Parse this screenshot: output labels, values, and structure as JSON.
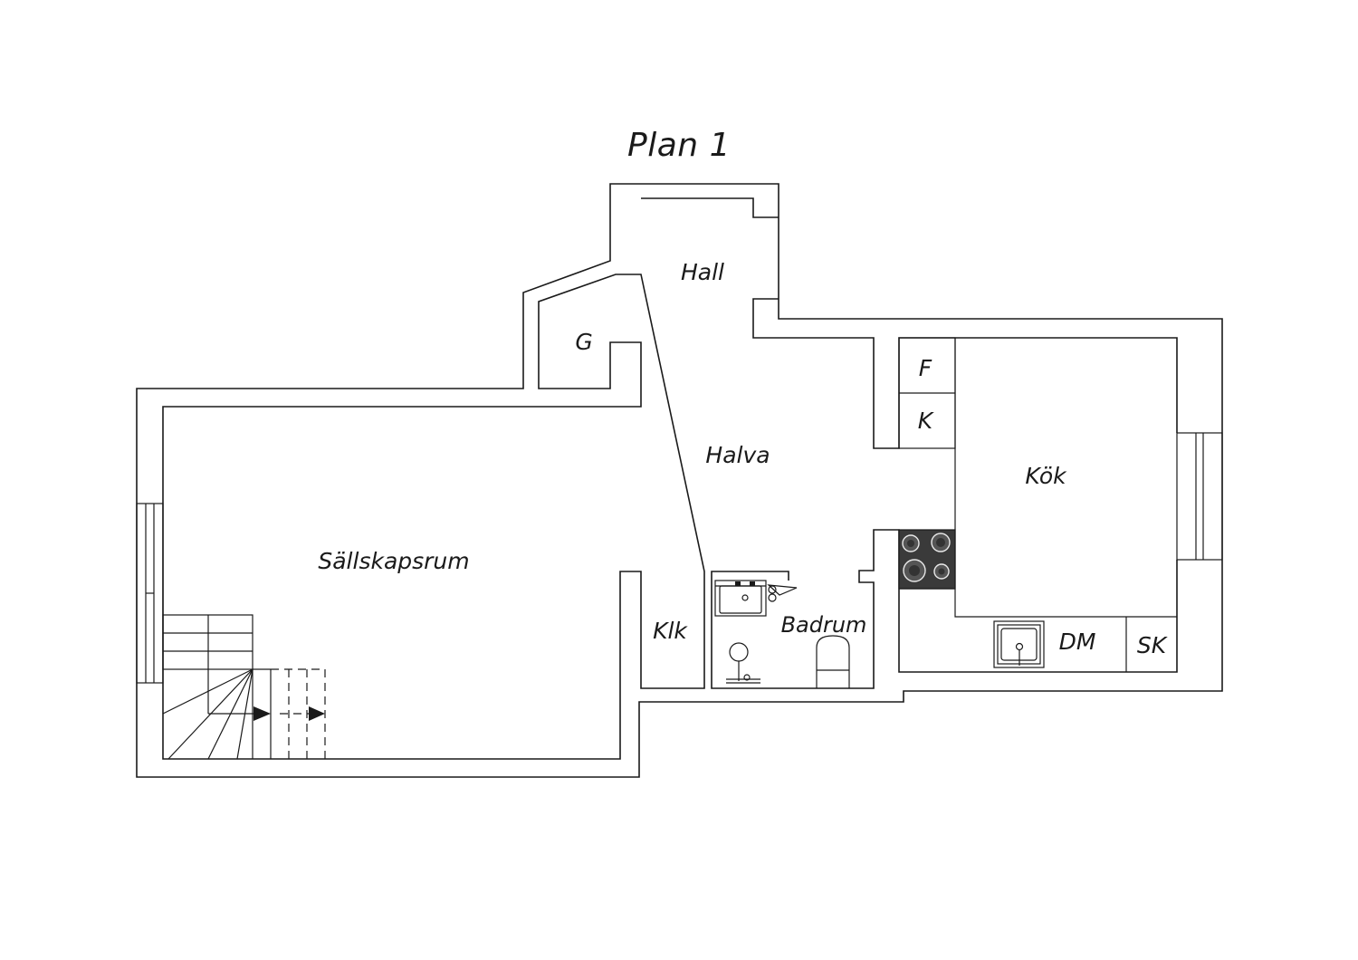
{
  "plan": {
    "title": "Plan 1",
    "rooms": {
      "hall": "Hall",
      "g": "G",
      "halva": "Halva",
      "sallskapsrum": "Sällskapsrum",
      "kok": "Kök",
      "f": "F",
      "k": "K",
      "klk": "Klk",
      "badrum": "Badrum",
      "dm": "DM",
      "sk": "SK"
    }
  }
}
